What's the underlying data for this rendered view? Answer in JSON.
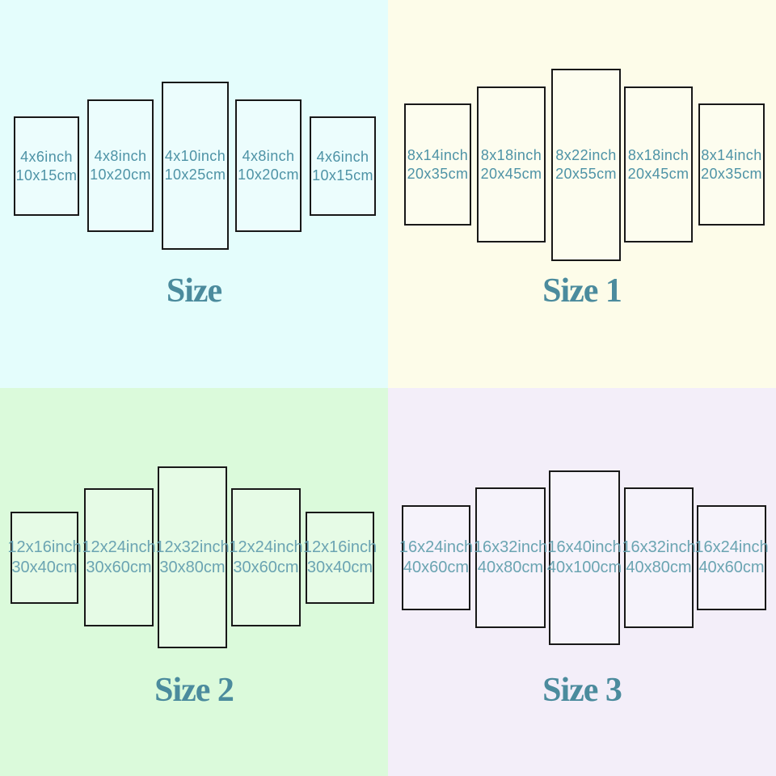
{
  "colors": {
    "panel_border": "#181818",
    "panel_text_top_sections": "#4e93a6",
    "panel_text_bottom_sections": "#6ba4b2",
    "title_text": "#4b8b9d",
    "section_backgrounds": [
      "#e4fdfc",
      "#fdfce9",
      "#dbfadb",
      "#f3eef9"
    ]
  },
  "sections": [
    {
      "title": "Size",
      "panels": [
        {
          "inch": "4x6inch",
          "cm": "10x15cm"
        },
        {
          "inch": "4x8inch",
          "cm": "10x20cm"
        },
        {
          "inch": "4x10inch",
          "cm": "10x25cm"
        },
        {
          "inch": "4x8inch",
          "cm": "10x20cm"
        },
        {
          "inch": "4x6inch",
          "cm": "10x15cm"
        }
      ]
    },
    {
      "title": "Size 1",
      "panels": [
        {
          "inch": "8x14inch",
          "cm": "20x35cm"
        },
        {
          "inch": "8x18inch",
          "cm": "20x45cm"
        },
        {
          "inch": "8x22inch",
          "cm": "20x55cm"
        },
        {
          "inch": "8x18inch",
          "cm": "20x45cm"
        },
        {
          "inch": "8x14inch",
          "cm": "20x35cm"
        }
      ]
    },
    {
      "title": "Size 2",
      "panels": [
        {
          "inch": "12x16inch",
          "cm": "30x40cm"
        },
        {
          "inch": "12x24inch",
          "cm": "30x60cm"
        },
        {
          "inch": "12x32inch",
          "cm": "30x80cm"
        },
        {
          "inch": "12x24inch",
          "cm": "30x60cm"
        },
        {
          "inch": "12x16inch",
          "cm": "30x40cm"
        }
      ]
    },
    {
      "title": "Size 3",
      "panels": [
        {
          "inch": "16x24inch",
          "cm": "40x60cm"
        },
        {
          "inch": "16x32inch",
          "cm": "40x80cm"
        },
        {
          "inch": "16x40inch",
          "cm": "40x100cm"
        },
        {
          "inch": "16x32inch",
          "cm": "40x80cm"
        },
        {
          "inch": "16x24inch",
          "cm": "40x60cm"
        }
      ]
    }
  ]
}
